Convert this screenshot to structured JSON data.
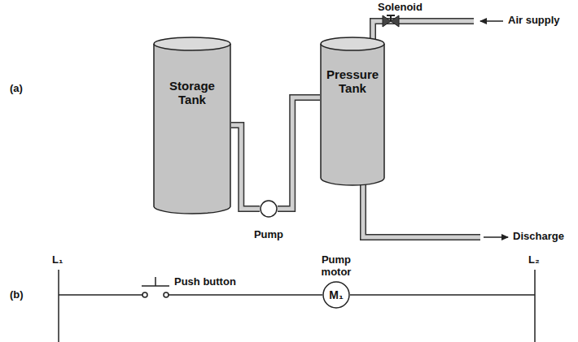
{
  "diagram": {
    "nodes": [
      {
        "text": [
          "Storage Tank"
        ]
      },
      {
        "text": [
          "Pump"
        ]
      },
      {
        "text": [
          "Pressure Tank"
        ]
      },
      {
        "text": [
          "Pump motor",
          "M₁"
        ]
      }
    ],
    "edges": [
      {
        "from": 0,
        "to": 1,
        "arrow": "none"
      },
      {
        "from": 1,
        "to": 2,
        "arrow": "none"
      }
    ],
    "labels": [
      "(a)",
      "Solenoid",
      "Air supply",
      "Discharge",
      "(b)",
      "L₁",
      "Push button",
      "L₂"
    ]
  }
}
